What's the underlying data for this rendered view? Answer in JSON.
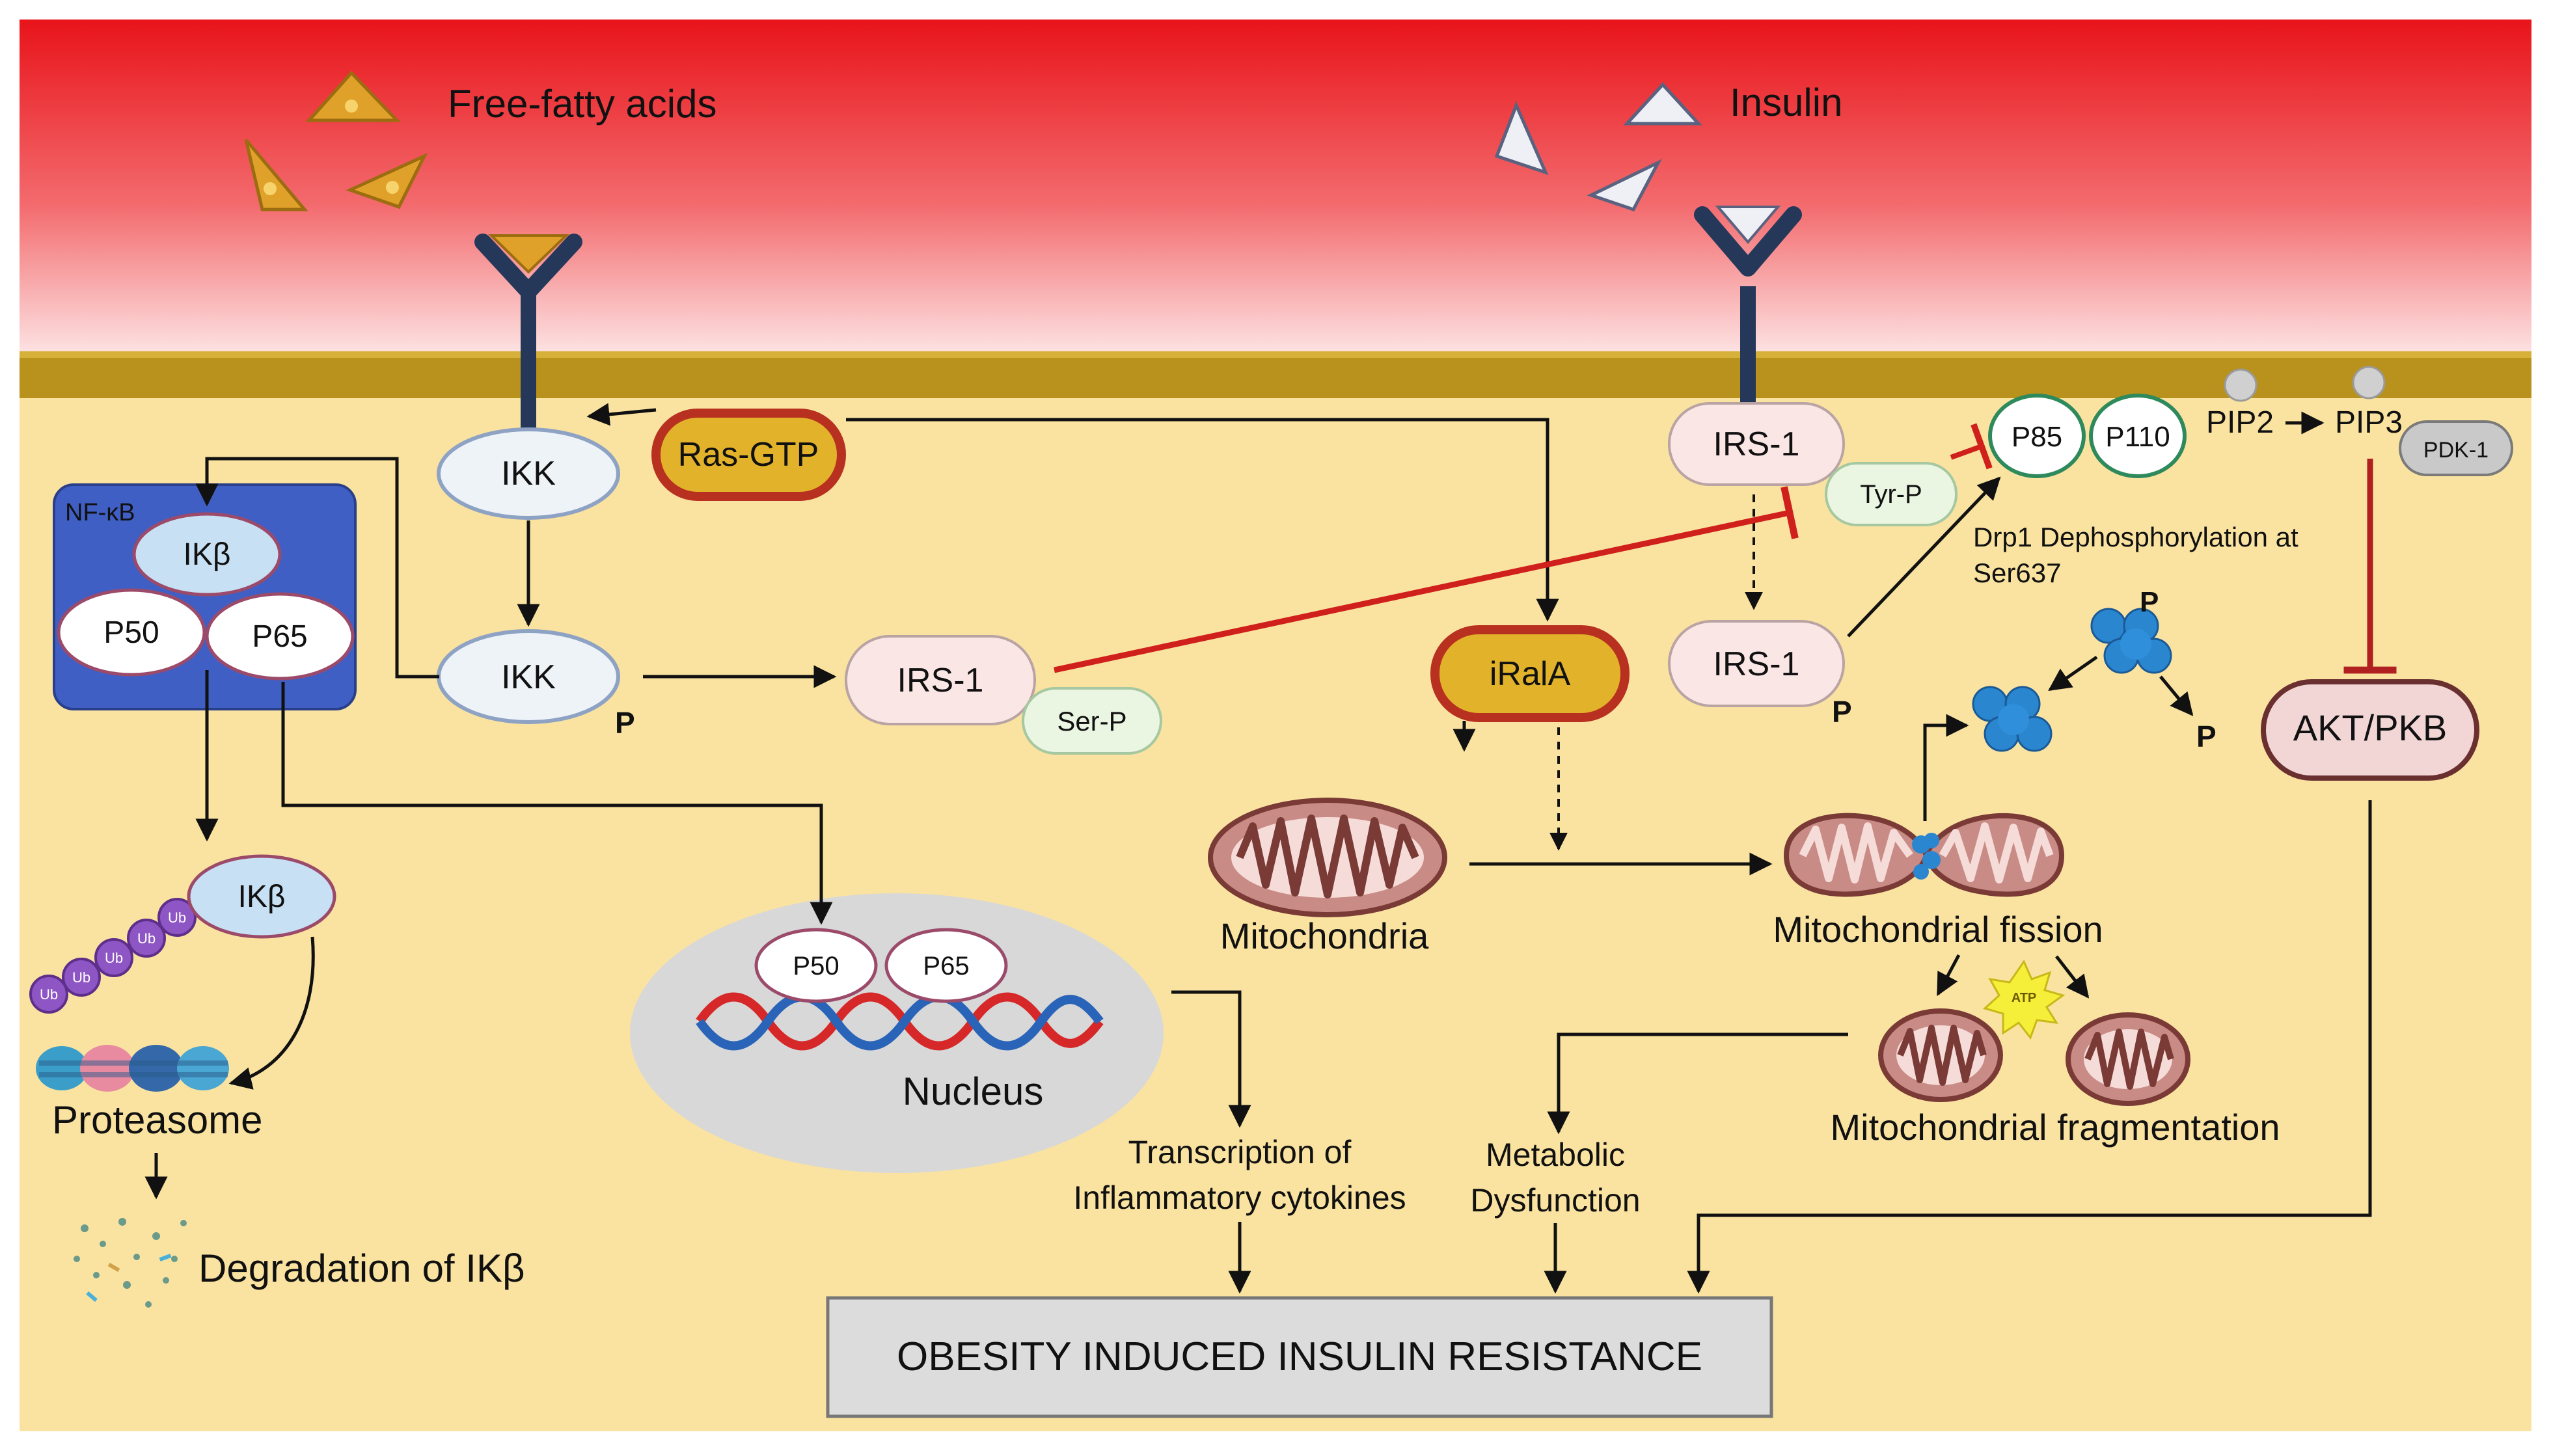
{
  "labels": {
    "ffa": "Free-fatty acids",
    "insulin": "Insulin",
    "nfkb": "NF-κB",
    "ikb": "IKβ",
    "p50": "P50",
    "p65": "P65",
    "ikk": "IKK",
    "ras_gtp": "Ras-GTP",
    "irs1": "IRS-1",
    "ser_p": "Ser-P",
    "tyr_p": "Tyr-P",
    "p85": "P85",
    "p110": "P110",
    "pip2": "PIP2",
    "pip3": "PIP3",
    "pdk1": "PDK-1",
    "drp1_line1": "Drp1 Dephosphorylation at",
    "drp1_line2": "Ser637",
    "p": "P",
    "iral_a": "iRalA",
    "akt_pkb": "AKT/PKB",
    "ub": "Ub",
    "proteasome": "Proteasome",
    "degradation": "Degradation of IKβ",
    "nucleus": "Nucleus",
    "mitochondria": "Mitochondria",
    "mito_fission": "Mitochondrial fission",
    "mito_fragmentation": "Mitochondrial fragmentation",
    "atp": "ATP",
    "transcription_line1": "Transcription of",
    "transcription_line2": "Inflammatory cytokines",
    "metabolic_line1": "Metabolic",
    "metabolic_line2": "Dysfunction",
    "outcome": "OBESITY INDUCED INSULIN RESISTANCE"
  },
  "colors": {
    "extracellular_top": "#e8141a",
    "extracellular_bottom": "#fde6e6",
    "membrane": "#b8921c",
    "cytoplasm": "#fae3a0",
    "receptor": "#25385a",
    "fatty_acid": "#e0a12a",
    "insulin": "#eef0f6",
    "nfkb_box": "#3f5fc4",
    "ikb_fill": "#c8e0f4",
    "protein_fill": "#fbe6e6",
    "ras_fill": "#e2b32a",
    "ras_border": "#b8301f",
    "inhibition": "#d0201c",
    "p85_border": "#2e8a5c",
    "ubiquitin": "#8e55c4",
    "drp1": "#2b86d0",
    "mito_fill": "#c98b86",
    "nucleus_fill": "#d8d8d8",
    "dna_red": "#d62828",
    "dna_blue": "#2a64b8",
    "outcome_fill": "#dcdcdc"
  }
}
